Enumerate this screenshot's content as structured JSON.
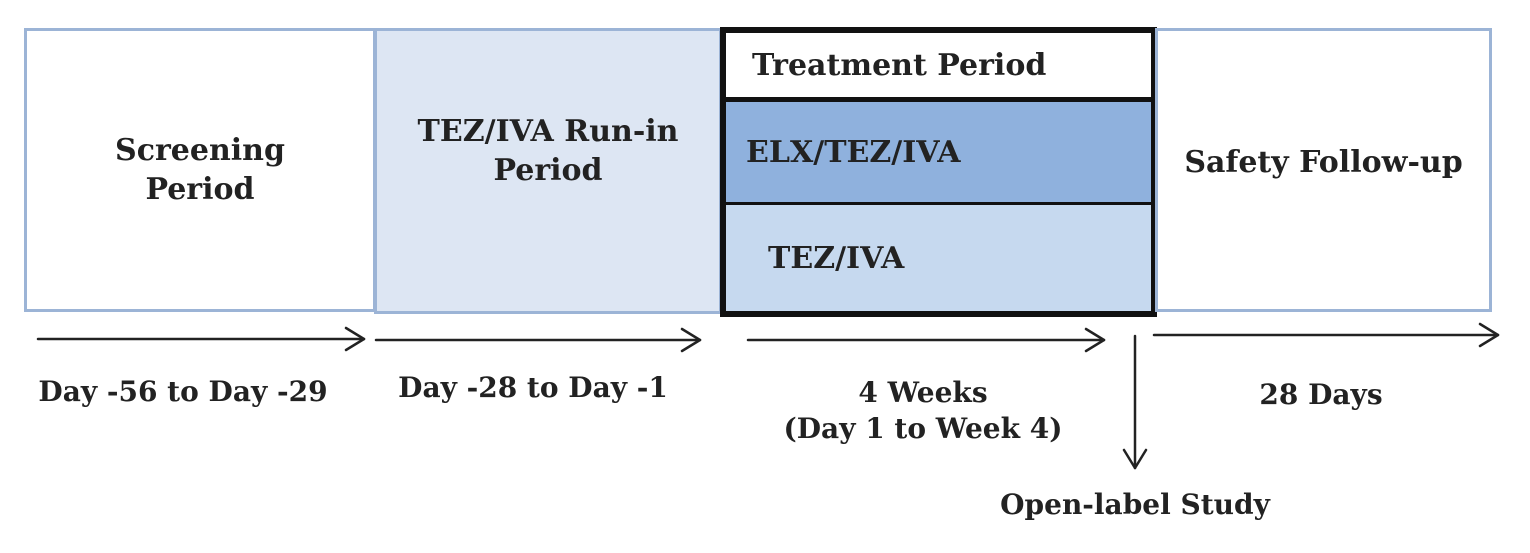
{
  "periods": {
    "screening": {
      "name": "Screening\nPeriod",
      "duration": "Day -56 to Day -29"
    },
    "run_in": {
      "name": "TEZ/IVA Run-in\nPeriod",
      "duration": "Day -28 to Day -1"
    },
    "treatment": {
      "title": "Treatment Period",
      "arms": [
        "ELX/TEZ/IVA",
        "TEZ/IVA"
      ],
      "duration": "4 Weeks\n(Day 1 to Week 4)"
    },
    "safety": {
      "name": "Safety Follow-up",
      "duration": "28 Days"
    }
  },
  "branch": {
    "label": "Open-label Study"
  },
  "colors": {
    "box_border": "#9cb4d6",
    "run_in_fill": "#dde6f3",
    "arm1_fill": "#8fb1dd",
    "arm2_fill": "#c6d9ef",
    "treatment_border": "#111111"
  }
}
